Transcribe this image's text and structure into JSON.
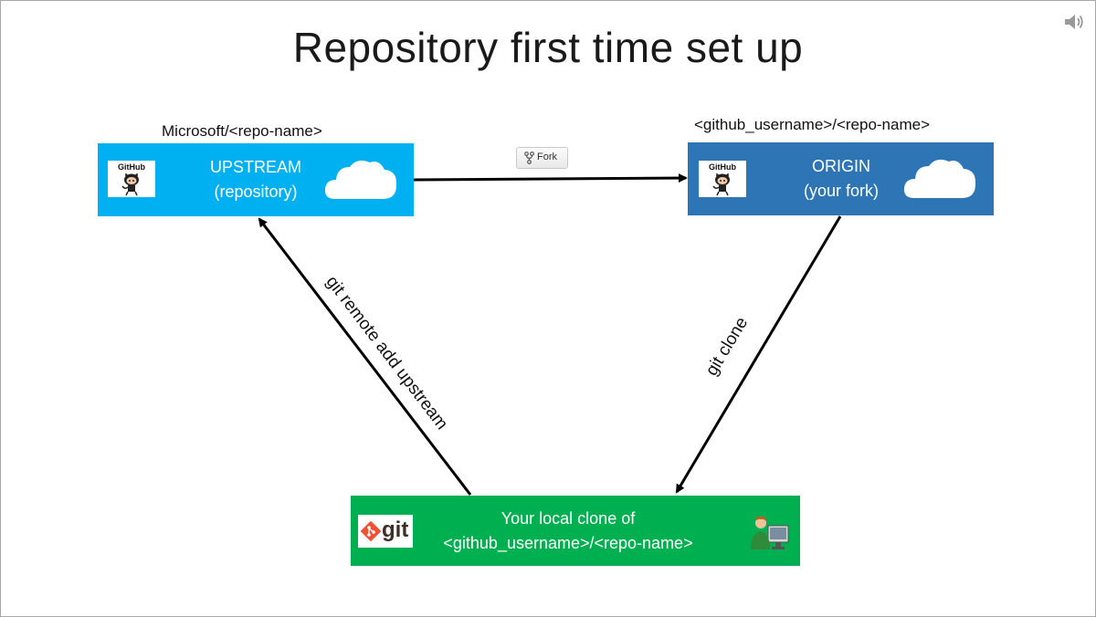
{
  "slide": {
    "title": "Repository first time set up"
  },
  "upstream": {
    "label_above": "Microsoft/<repo-name>",
    "line1": "UPSTREAM",
    "line2": "(repository)",
    "logo_text": "GitHub",
    "color": "#00b0f0"
  },
  "origin": {
    "label_above": "<github_username>/<repo-name>",
    "line1": "ORIGIN",
    "line2": "(your fork)",
    "logo_text": "GitHub",
    "color": "#2e75b6"
  },
  "local": {
    "line1": "Your local clone of",
    "line2": "<github_username>/<repo-name>",
    "logo_text": "git",
    "color": "#00b050"
  },
  "edges": {
    "fork_button": "Fork",
    "git_clone": "git clone",
    "git_remote_add": "git remote add upstream"
  },
  "icons": {
    "speaker": "speaker-icon",
    "cloud": "cloud-icon",
    "octocat": "octocat-icon",
    "fork": "fork-icon",
    "git": "git-logo-icon",
    "user": "user-computer-icon"
  }
}
